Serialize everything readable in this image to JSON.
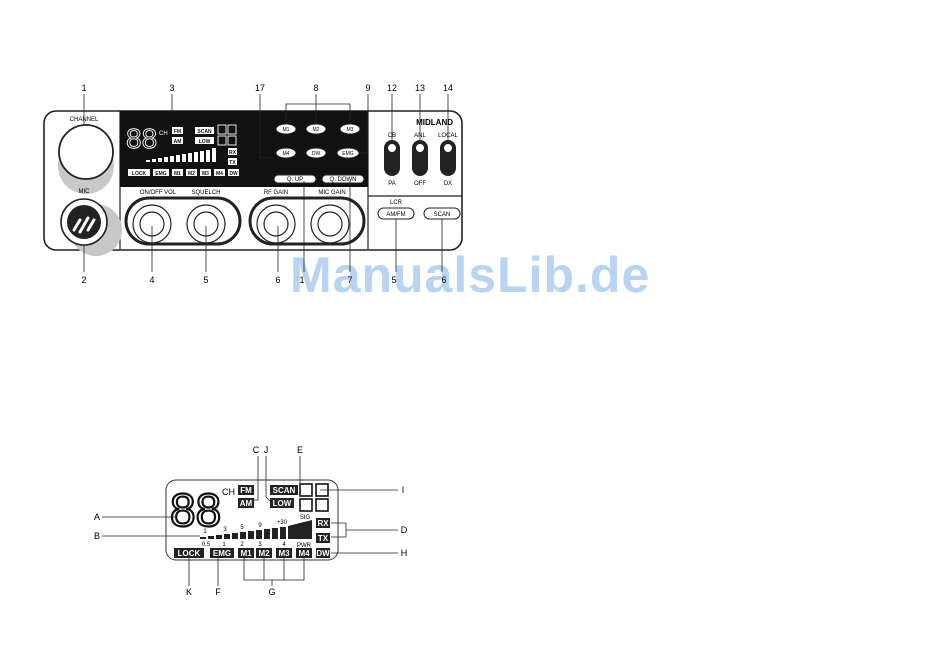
{
  "watermark": "ManualsLib.de",
  "brand": "MIDLAND",
  "radio_callouts_top": [
    "1",
    "3",
    "17",
    "8",
    "9",
    "12",
    "13",
    "14"
  ],
  "radio_callouts_bottom": [
    "2",
    "4",
    "5",
    "6",
    "1",
    "7",
    "5",
    "6"
  ],
  "panel_labels": {
    "channel": "CHANNEL",
    "mic": "MIC",
    "onoff_vol": "ON/OFF VOL",
    "squelch": "SQUELCH",
    "rf_gain": "RF GAIN",
    "mic_gain": "MIC GAIN",
    "q_up": "Q. UP",
    "q_down": "Q. DOWN",
    "cb": "CB",
    "anl": "ANL",
    "local": "LOCAL",
    "pa": "PA",
    "off": "OFF",
    "dx": "DX",
    "lcr": "LCR",
    "am_fm": "AM/FM",
    "scan": "SCAN"
  },
  "memory_buttons": [
    "M1",
    "M2",
    "M3",
    "M4",
    "DW",
    "EMG"
  ],
  "lcd": {
    "digits": "88",
    "ch": "CH",
    "fm": "FM",
    "am": "AM",
    "scan": "SCAN",
    "low": "LOW",
    "rx": "RX",
    "tx": "TX",
    "sig": "SIG",
    "pwr": "PWR",
    "sig_scale": [
      "1",
      "3",
      "5",
      "9",
      "+30"
    ],
    "pwr_scale": [
      "0.5",
      "1",
      "2",
      "3",
      "4"
    ],
    "bottom_row": [
      "LOCK",
      "EMG",
      "M1",
      "M2",
      "M3",
      "M4",
      "DW"
    ]
  },
  "lcd_callouts": [
    "A",
    "B",
    "C",
    "J",
    "E",
    "I",
    "D",
    "H",
    "K",
    "F",
    "G"
  ]
}
